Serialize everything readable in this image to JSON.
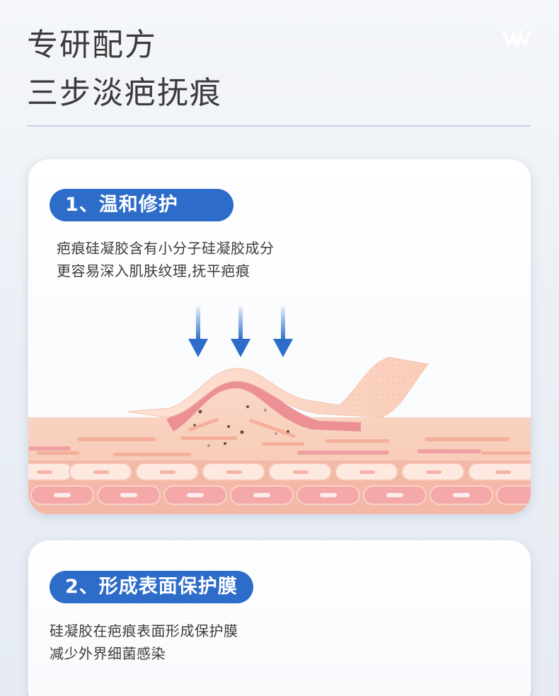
{
  "header": {
    "title_line1": "专研配方",
    "title_line2": "三步淡疤抚痕",
    "logo_icon": "w-logo-icon"
  },
  "cards": [
    {
      "step_label": "1、温和修护",
      "desc_lines": [
        "疤痕硅凝胶含有小分子硅凝胶成分",
        "更容易深入肌肤纹理,抚平疤痕"
      ]
    },
    {
      "step_label": "2、形成表面保护膜",
      "desc_lines": [
        "硅凝胶在疤痕表面形成保护膜",
        "减少外界细菌感染"
      ]
    }
  ],
  "colors": {
    "accent": "#2e6cc9",
    "skin": "#f6c9b6",
    "scar": "#e8707a",
    "gel_sheet": "#fbd6c4"
  }
}
